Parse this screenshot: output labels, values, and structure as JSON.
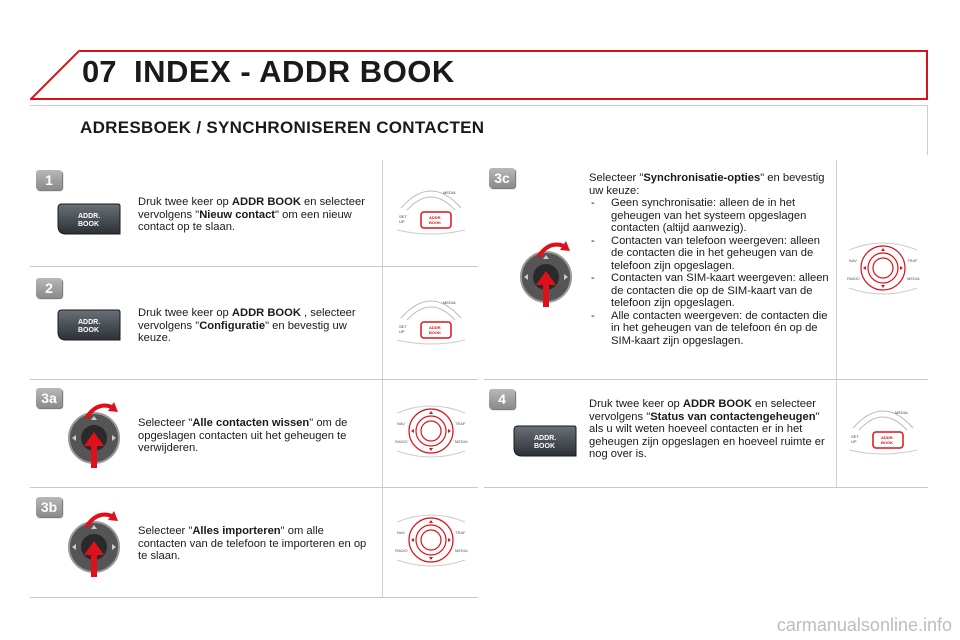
{
  "header": {
    "chapter": "07",
    "title": "INDEX - ADDR BOOK"
  },
  "section_title": "ADRESBOEK / SYNCHRONISEREN CONTACTEN",
  "button_label_top": "ADDR.",
  "button_label_bottom": "BOOK",
  "panel_labels": {
    "media": "MEDIA",
    "setup_top": "SET",
    "setup_bottom": "UP",
    "nav": "NAV",
    "traf": "TRAF",
    "radio": "RADIO"
  },
  "steps": {
    "s1": {
      "badge": "1",
      "pre": "Druk twee keer op ",
      "key": "ADDR BOOK",
      "mid": " en selecteer vervolgens \"",
      "opt": "Nieuw contact",
      "post": "\" om een nieuw contact op te slaan."
    },
    "s2": {
      "badge": "2",
      "pre": "Druk twee keer op ",
      "key": "ADDR BOOK",
      "mid": " , selecteer vervolgens \"",
      "opt": "Configuratie",
      "post": "\" en bevestig uw keuze."
    },
    "s3a": {
      "badge": "3a",
      "pre": "Selecteer \"",
      "opt": "Alle contacten wissen",
      "post": "\" om de opgeslagen contacten uit het geheugen te verwijderen."
    },
    "s3b": {
      "badge": "3b",
      "pre": "Selecteer \"",
      "opt": "Alles importeren",
      "post": "\" om alle contacten van de telefoon te importeren en op te slaan."
    },
    "s3c": {
      "badge": "3c",
      "pre": "Selecteer \"",
      "opt": "Synchronisatie-opties",
      "post": "\" en bevestig uw keuze:",
      "bullets": [
        "Geen synchronisatie: alleen de in het geheugen van het systeem opgeslagen contacten (altijd aanwezig).",
        "Contacten van telefoon weergeven: alleen de contacten die in het geheugen van de telefoon zijn opgeslagen.",
        "Contacten van SIM-kaart weergeven: alleen de contacten die op de SIM-kaart van de telefoon zijn opgeslagen.",
        "Alle contacten weergeven: de contacten die in het geheugen van de telefoon én op de SIM-kaart zijn opgeslagen."
      ]
    },
    "s4": {
      "badge": "4",
      "pre": "Druk twee keer op ",
      "key": "ADDR BOOK",
      "mid": " en selecteer vervolgens \"",
      "opt": "Status van contactengeheugen",
      "post": "\" als u wilt weten hoeveel contacten er in het geheugen zijn opgeslagen en hoeveel ruimte er nog over is."
    }
  },
  "watermark": "carmanualsonline.info",
  "colors": {
    "accent_red": "#d8121a",
    "arrow_red": "#e0101a"
  }
}
